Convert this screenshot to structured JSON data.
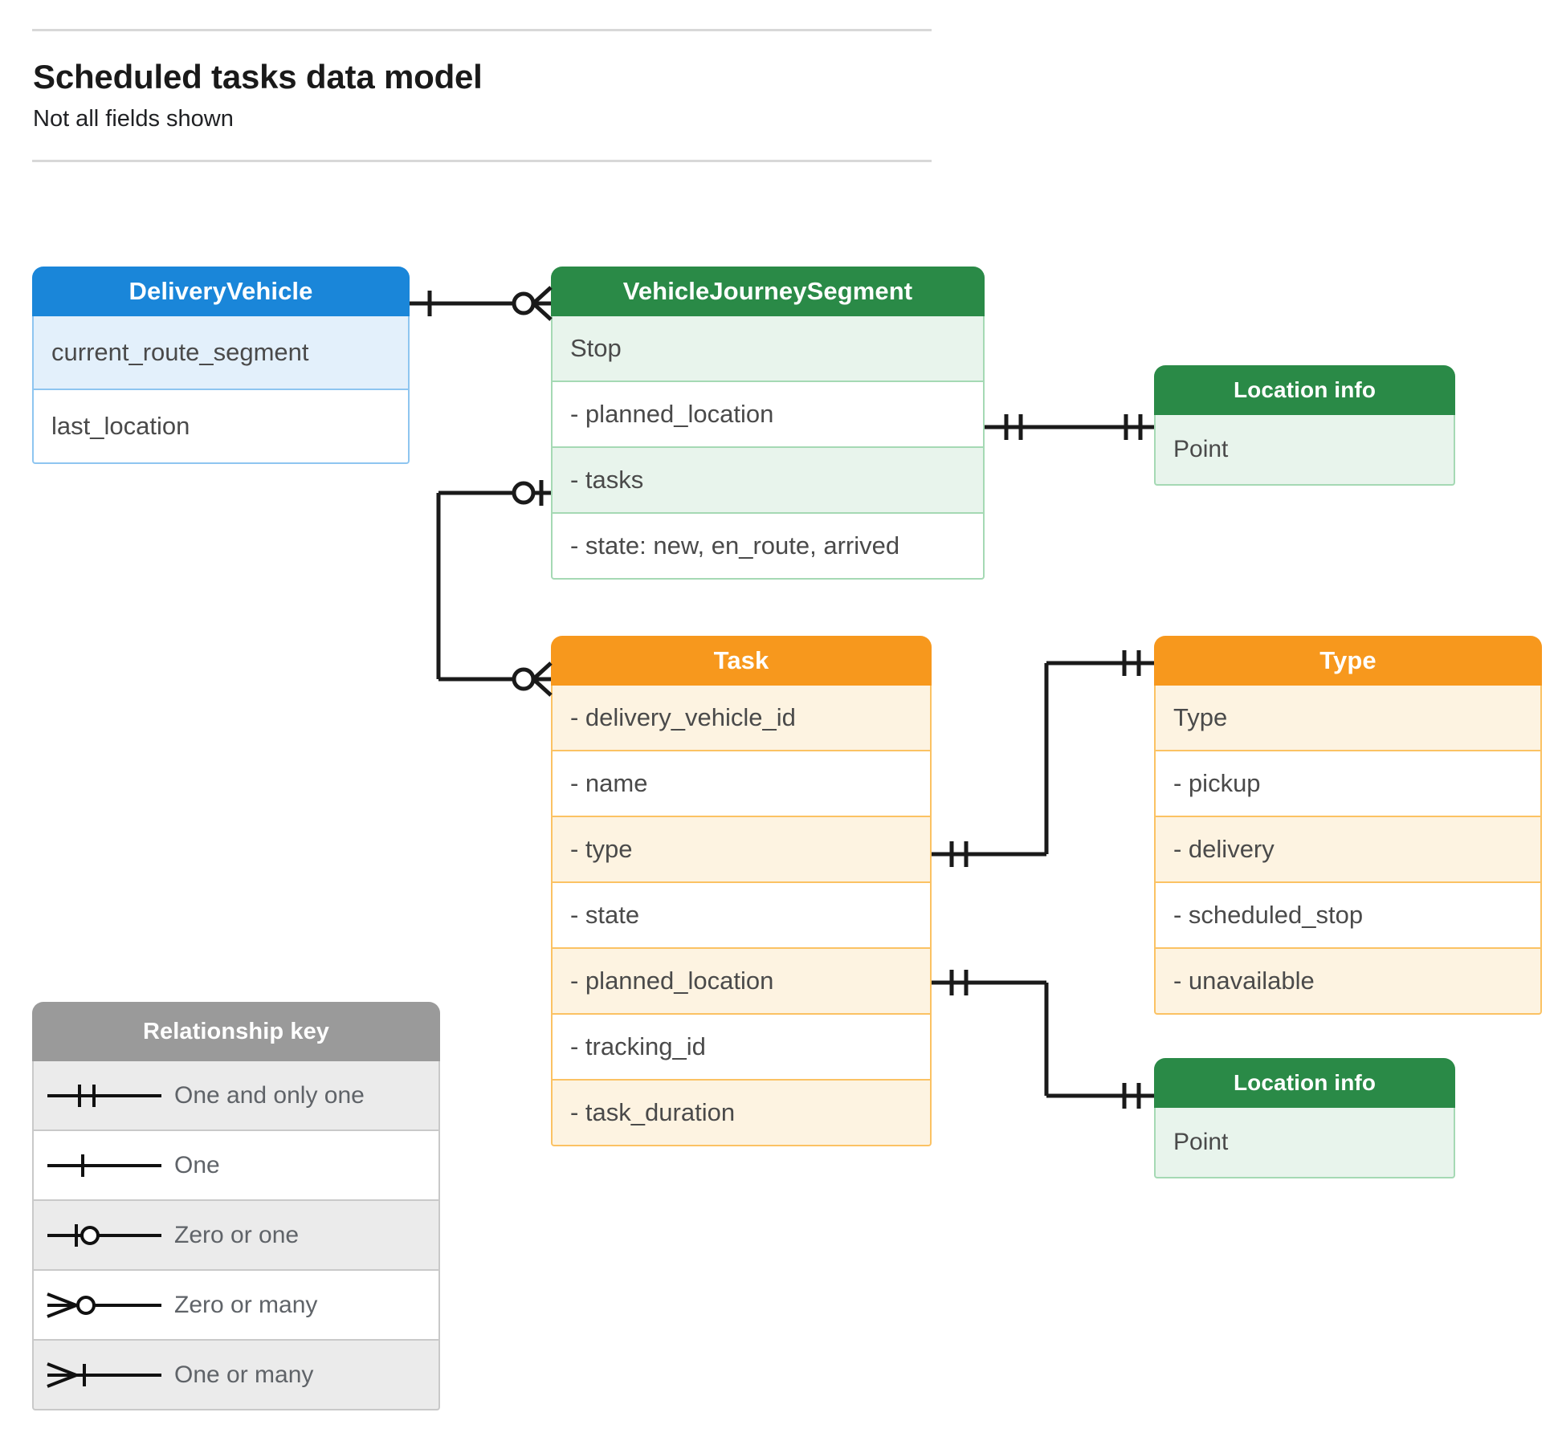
{
  "header": {
    "title": "Scheduled tasks data model",
    "subtitle": "Not all fields shown"
  },
  "colors": {
    "blue": "#1a86d9",
    "blue_row": "#e3f0fb",
    "green": "#2a8a47",
    "green_row": "#e8f4ec",
    "orange": "#f7981d",
    "orange_row": "#fdf3e1",
    "gray": "#9a9a9a",
    "gray_row": "#ebebeb",
    "connector": "#1a1a1a",
    "rule": "#d8d8d8",
    "field_text": "#4a4a4a"
  },
  "entities": {
    "delivery_vehicle": {
      "title": "DeliveryVehicle",
      "rows": [
        "current_route_segment",
        "last_location"
      ]
    },
    "vehicle_journey_segment": {
      "title": "VehicleJourneySegment",
      "rows": [
        "Stop",
        "-  planned_location",
        "- tasks",
        "- state: new, en_route, arrived"
      ]
    },
    "location_info_top": {
      "title": "Location info",
      "rows": [
        "Point"
      ]
    },
    "task": {
      "title": "Task",
      "rows": [
        "- delivery_vehicle_id",
        "- name",
        "- type",
        "- state",
        "- planned_location",
        "- tracking_id",
        "- task_duration"
      ]
    },
    "type": {
      "title": "Type",
      "rows": [
        "Type",
        "-  pickup",
        "-  delivery",
        "-  scheduled_stop",
        "-  unavailable"
      ]
    },
    "location_info_bottom": {
      "title": "Location info",
      "rows": [
        "Point"
      ]
    }
  },
  "legend": {
    "title": "Relationship key",
    "items": [
      {
        "symbol": "one-and-only-one",
        "label": "One and only one"
      },
      {
        "symbol": "one",
        "label": "One"
      },
      {
        "symbol": "zero-or-one",
        "label": "Zero or one"
      },
      {
        "symbol": "zero-or-many",
        "label": "Zero or many"
      },
      {
        "symbol": "one-or-many",
        "label": "One or many"
      }
    ]
  },
  "relationships": [
    {
      "from": "delivery_vehicle",
      "to": "vehicle_journey_segment",
      "from_cardinality": "one",
      "to_cardinality": "zero-or-many"
    },
    {
      "from": "vehicle_journey_segment.planned_location",
      "to": "location_info_top",
      "from_cardinality": "one-and-only-one",
      "to_cardinality": "one-and-only-one"
    },
    {
      "from": "vehicle_journey_segment.tasks",
      "to": "task",
      "from_cardinality": "zero-or-one",
      "to_cardinality": "zero-or-many"
    },
    {
      "from": "task.type",
      "to": "type",
      "from_cardinality": "one-and-only-one",
      "to_cardinality": "one-and-only-one"
    },
    {
      "from": "task.planned_location",
      "to": "location_info_bottom",
      "from_cardinality": "one-and-only-one",
      "to_cardinality": "one-and-only-one"
    }
  ]
}
